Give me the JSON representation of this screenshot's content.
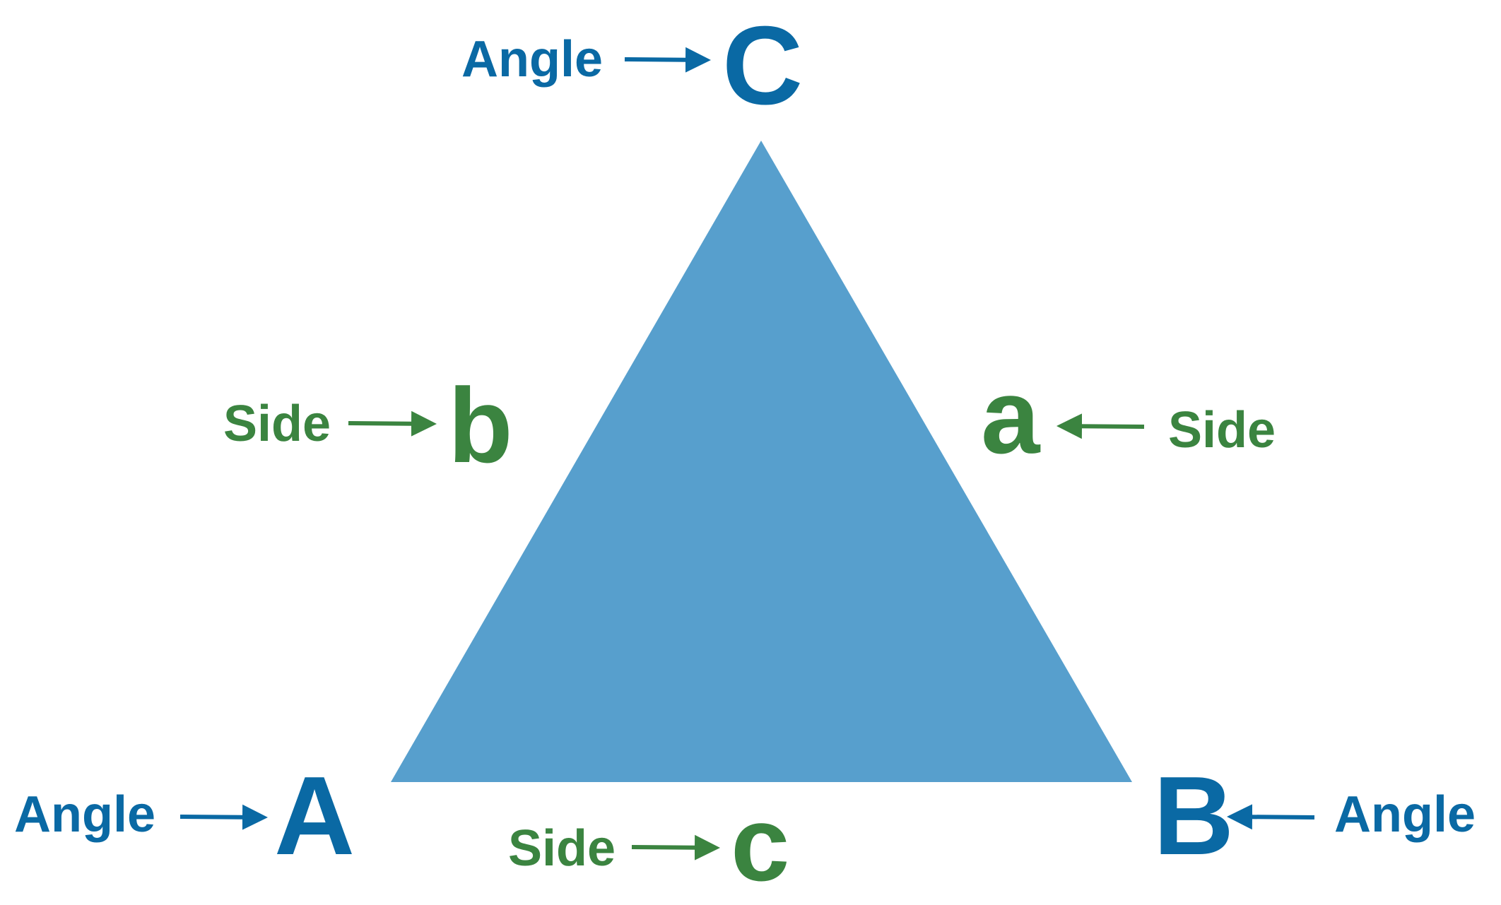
{
  "title": "Triangle angles and sides",
  "colors": {
    "angle": "#0a69a4",
    "side": "#3b8440",
    "triangle": "#579fcd"
  },
  "labels": {
    "angle_word": "Angle",
    "side_word": "Side",
    "angle_A": "A",
    "angle_B": "B",
    "angle_C": "C",
    "side_a": "a",
    "side_b": "b",
    "side_c": "c"
  }
}
